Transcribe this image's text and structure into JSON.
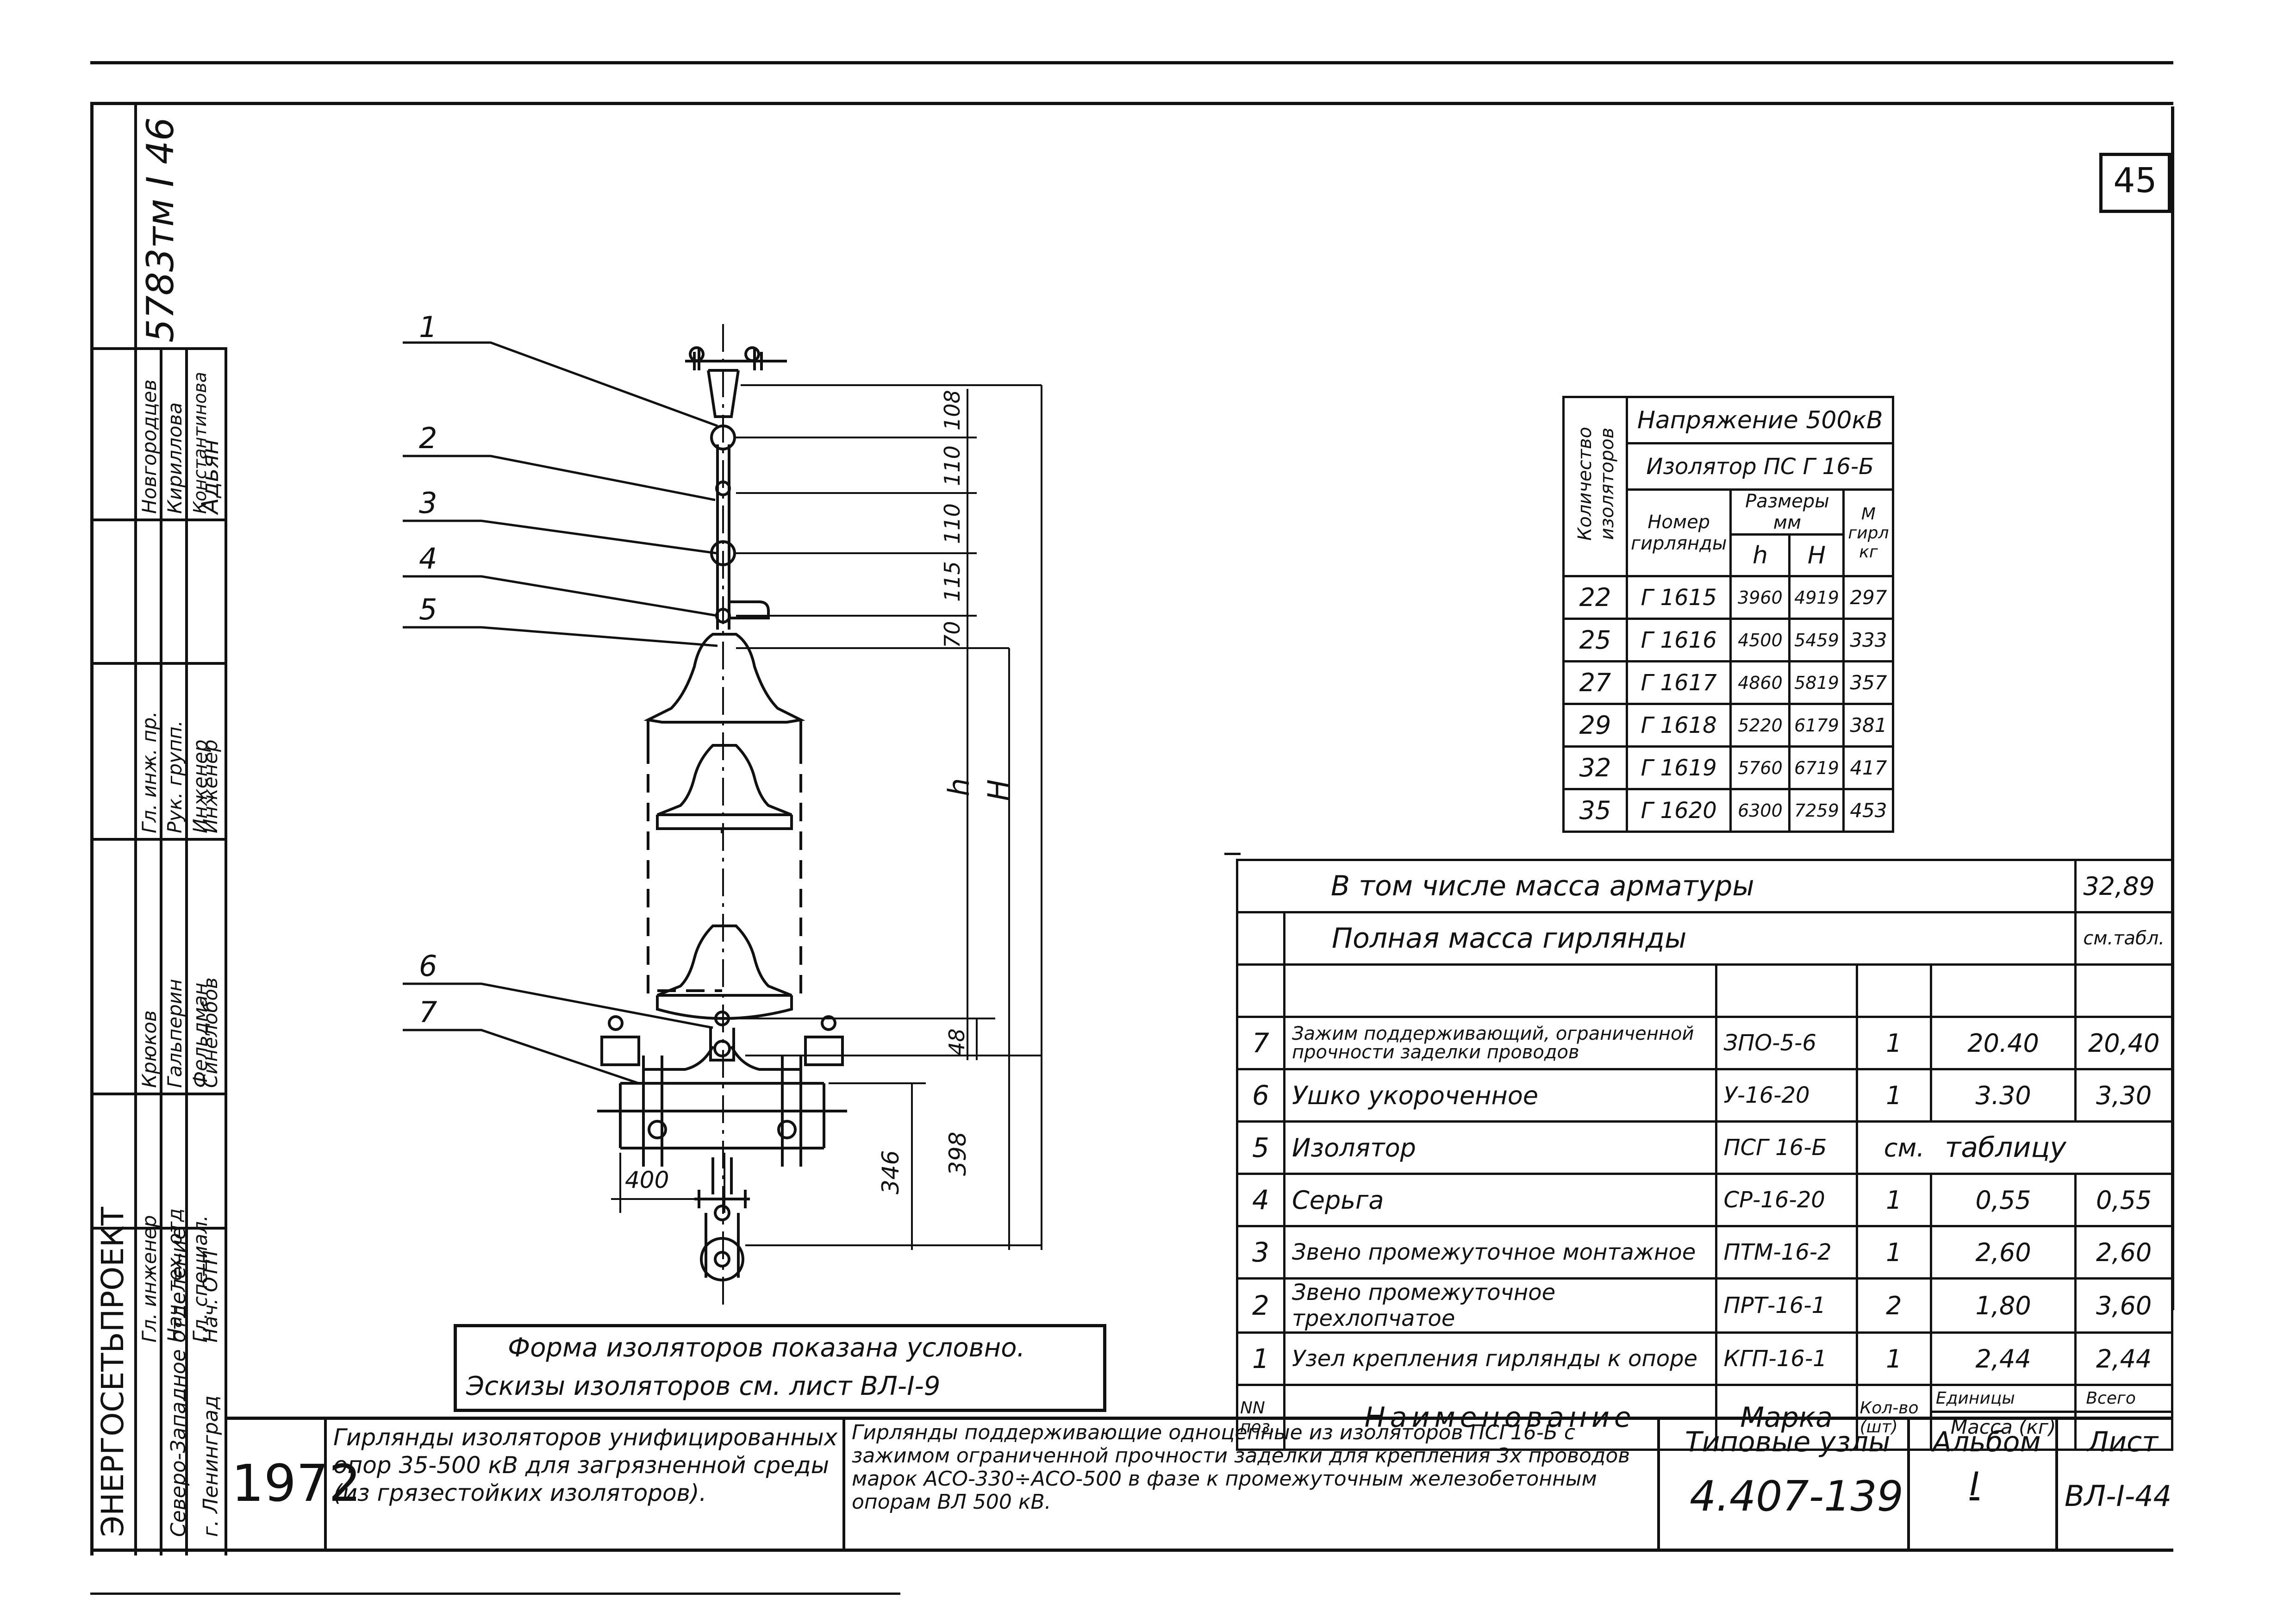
{
  "sheet_number": "45",
  "doc_code": "5783тм I 46",
  "note": {
    "line1": "Форма изоляторов показана условно.",
    "line2": "Эскизы изоляторов см. лист ВЛ-I-9"
  },
  "callouts": [
    "1",
    "2",
    "3",
    "4",
    "5",
    "6",
    "7"
  ],
  "dimensions": {
    "d108": "108",
    "d110a": "110",
    "d110b": "110",
    "d115": "115",
    "d70": "70",
    "d48": "48",
    "d398": "398",
    "d346": "346",
    "d400": "400",
    "h": "h",
    "H": "H"
  },
  "voltage_table": {
    "col_qty": "Количество изоляторов",
    "voltage": "Напряжение 500кВ",
    "insulator": "Изолятор ПС Г 16-Б",
    "col_number": "Номер гирлянды",
    "col_sizes": "Размеры мм",
    "col_mass": "М гирл кг",
    "col_h": "h",
    "col_H": "H",
    "rows": [
      {
        "qty": "22",
        "number": "Г 1615",
        "h": "3960",
        "H": "4919",
        "m": "297"
      },
      {
        "qty": "25",
        "number": "Г 1616",
        "h": "4500",
        "H": "5459",
        "m": "333"
      },
      {
        "qty": "27",
        "number": "Г 1617",
        "h": "4860",
        "H": "5819",
        "m": "357"
      },
      {
        "qty": "29",
        "number": "Г 1618",
        "h": "5220",
        "H": "6179",
        "m": "381"
      },
      {
        "qty": "32",
        "number": "Г 1619",
        "h": "5760",
        "H": "6719",
        "m": "417"
      },
      {
        "qty": "35",
        "number": "Г 1620",
        "h": "6300",
        "H": "7259",
        "m": "453"
      }
    ]
  },
  "spec": {
    "fittings_label": "В том числе масса арматуры",
    "fittings_value": "32,89",
    "total_label": "Полная масса гирлянды",
    "total_value": "см.табл.",
    "rows": [
      {
        "pos": "7",
        "name": "Зажим поддерживающий, ограниченной прочности заделки проводов",
        "mark": "ЗПО-5-6",
        "qty": "1",
        "unit": "20.40",
        "total": "20,40"
      },
      {
        "pos": "6",
        "name": "Ушко укороченное",
        "mark": "У-16-20",
        "qty": "1",
        "unit": "3.30",
        "total": "3,30"
      },
      {
        "pos": "5",
        "name": "Изолятор",
        "mark": "ПСГ 16-Б",
        "qty": "см.",
        "unit": "таблицу",
        "total": ""
      },
      {
        "pos": "4",
        "name": "Серьга",
        "mark": "СР-16-20",
        "qty": "1",
        "unit": "0,55",
        "total": "0,55"
      },
      {
        "pos": "3",
        "name": "Звено промежуточное монтажное",
        "mark": "ПТМ-16-2",
        "qty": "1",
        "unit": "2,60",
        "total": "2,60"
      },
      {
        "pos": "2",
        "name": "Звено промежуточное трехлопчатое",
        "mark": "ПРТ-16-1",
        "qty": "2",
        "unit": "1,80",
        "total": "3,60"
      },
      {
        "pos": "1",
        "name": "Узел крепления гирлянды к опоре",
        "mark": "КГП-16-1",
        "qty": "1",
        "unit": "2,44",
        "total": "2,44"
      }
    ],
    "head_pos": "NN поз.",
    "head_name": "Наименование",
    "head_mark": "Марка",
    "head_qty": "Кол-во (шт)",
    "head_unit": "Единицы",
    "head_total": "Всего",
    "head_mass": "Масса (кг)"
  },
  "title_block": {
    "year": "1972",
    "album_title": "Гирлянды изоляторов унифицированных опор 35-500 кВ для загрязненной среды (из грязестойких изоляторов).",
    "sheet_title": "Гирлянды поддерживающие одноцепные из изоляторов ПСГ16-Б с зажимом ограниченной прочности заделки для крепления 3х проводов марок АСО-330÷АСО-500 в фазе к промежуточным железобетонным опорам ВЛ 500 кВ.",
    "series_label": "Типовые узлы",
    "series_value": "4.407-139",
    "album_label": "Альбом",
    "album_value": "I",
    "sheet_label": "Лист",
    "sheet_value": "ВЛ-I-44"
  },
  "org": {
    "name": "ЭНЕРГОСЕТЬПРОЕКТ",
    "dept": "Северо-Западное отделение",
    "city": "г. Ленинград"
  },
  "signatures": [
    {
      "role": "Гл. инженер",
      "name": ""
    },
    {
      "role": "Нач. тех. отд",
      "name": ""
    },
    {
      "role": "Гл. специал.",
      "name": ""
    },
    {
      "role": "Нач. ОТП",
      "name": ""
    },
    {
      "role": "Гл. инж. пр.",
      "name": "Крюков"
    },
    {
      "role": "Рук. групп.",
      "name": "Гальперин"
    },
    {
      "role": "Инженер",
      "name": "Фельдман"
    },
    {
      "role": "Инженер",
      "name": "Синелобов"
    },
    {
      "role": "",
      "name": "Новгородцев"
    },
    {
      "role": "",
      "name": "Кириллова"
    },
    {
      "role": "",
      "name": "Константинова"
    },
    {
      "role": "",
      "name": "Адьян"
    }
  ]
}
